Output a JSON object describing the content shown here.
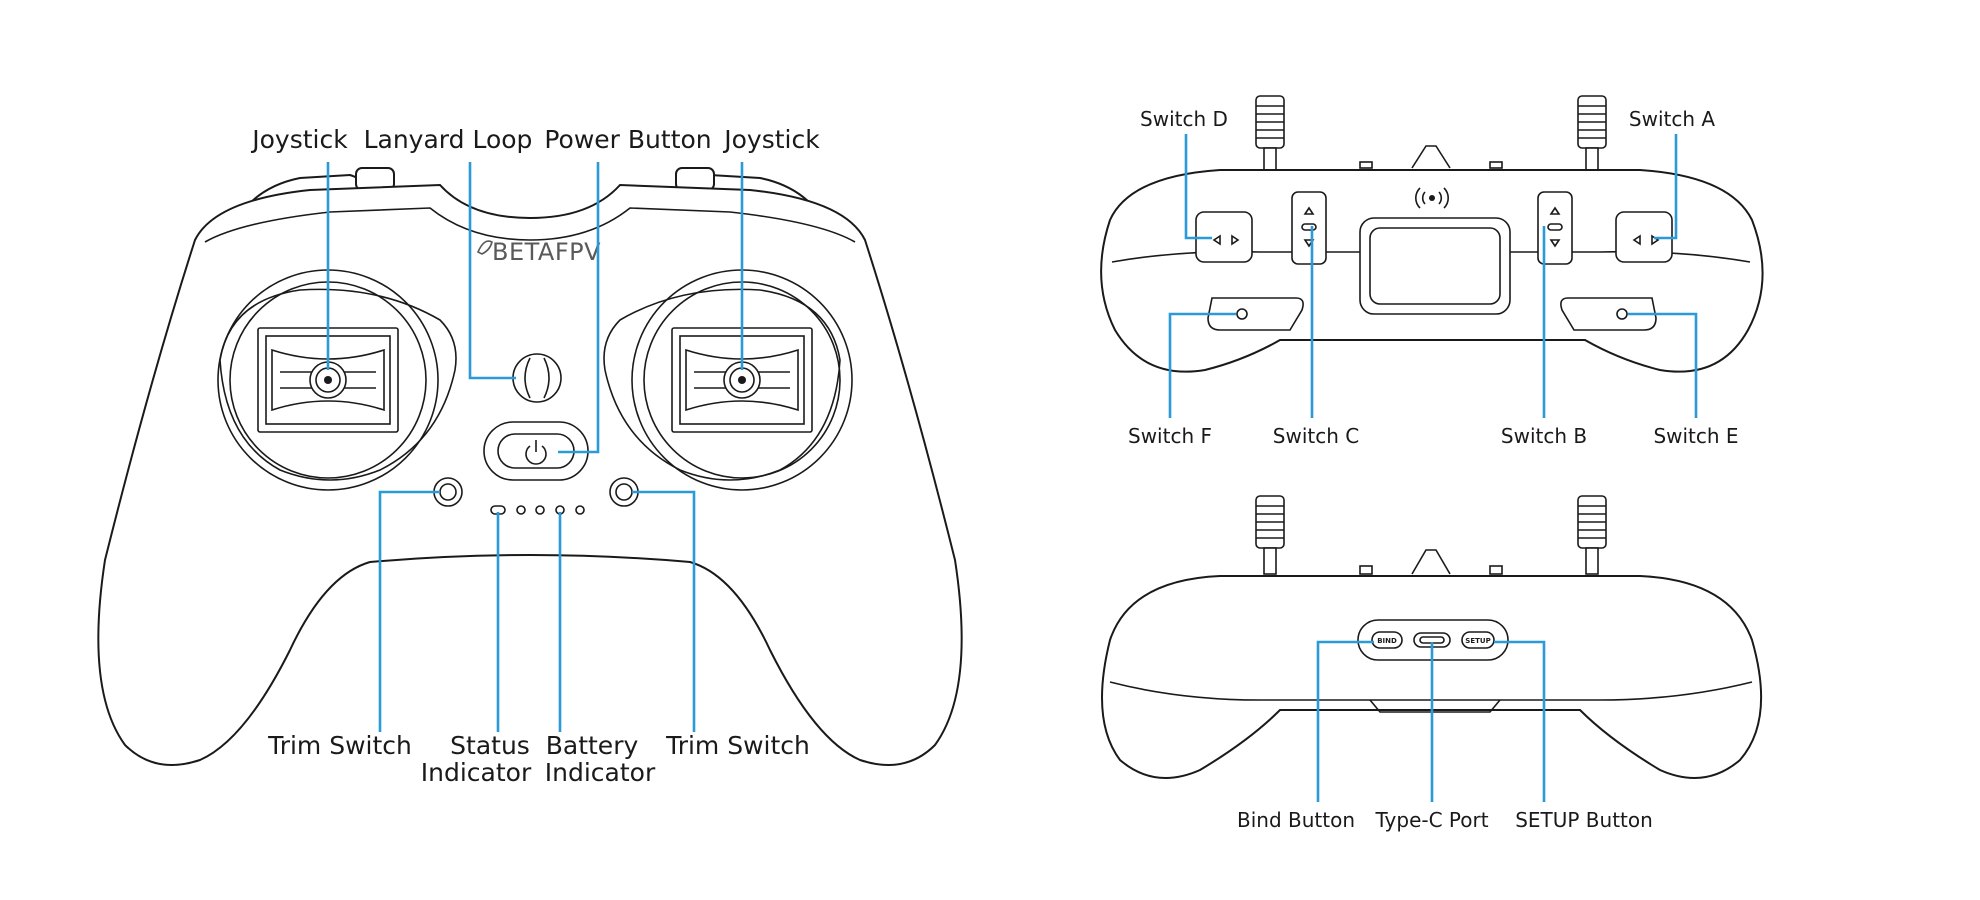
{
  "brand": "BETAFPV",
  "front_view": {
    "labels": {
      "joystick_left": "Joystick",
      "lanyard_loop": "Lanyard Loop",
      "power_button": "Power Button",
      "joystick_right": "Joystick",
      "trim_switch_left": "Trim Switch",
      "status_indicator_line1": "Status",
      "status_indicator_line2": "Indicator",
      "battery_indicator_line1": "Battery",
      "battery_indicator_line2": "Indicator",
      "trim_switch_right": "Trim Switch"
    }
  },
  "top_view": {
    "labels": {
      "switch_d": "Switch D",
      "switch_a": "Switch A",
      "switch_f": "Switch F",
      "switch_c": "Switch C",
      "switch_b": "Switch B",
      "switch_e": "Switch E"
    }
  },
  "bottom_view": {
    "labels": {
      "bind_button": "Bind Button",
      "type_c_port": "Type-C Port",
      "setup_button": "SETUP Button"
    },
    "port_marks": {
      "bind": "BIND",
      "setup": "SETUP"
    }
  },
  "colors": {
    "leader_line": "#2b9ad8",
    "outline": "#1a1a1a",
    "background": "#ffffff"
  }
}
